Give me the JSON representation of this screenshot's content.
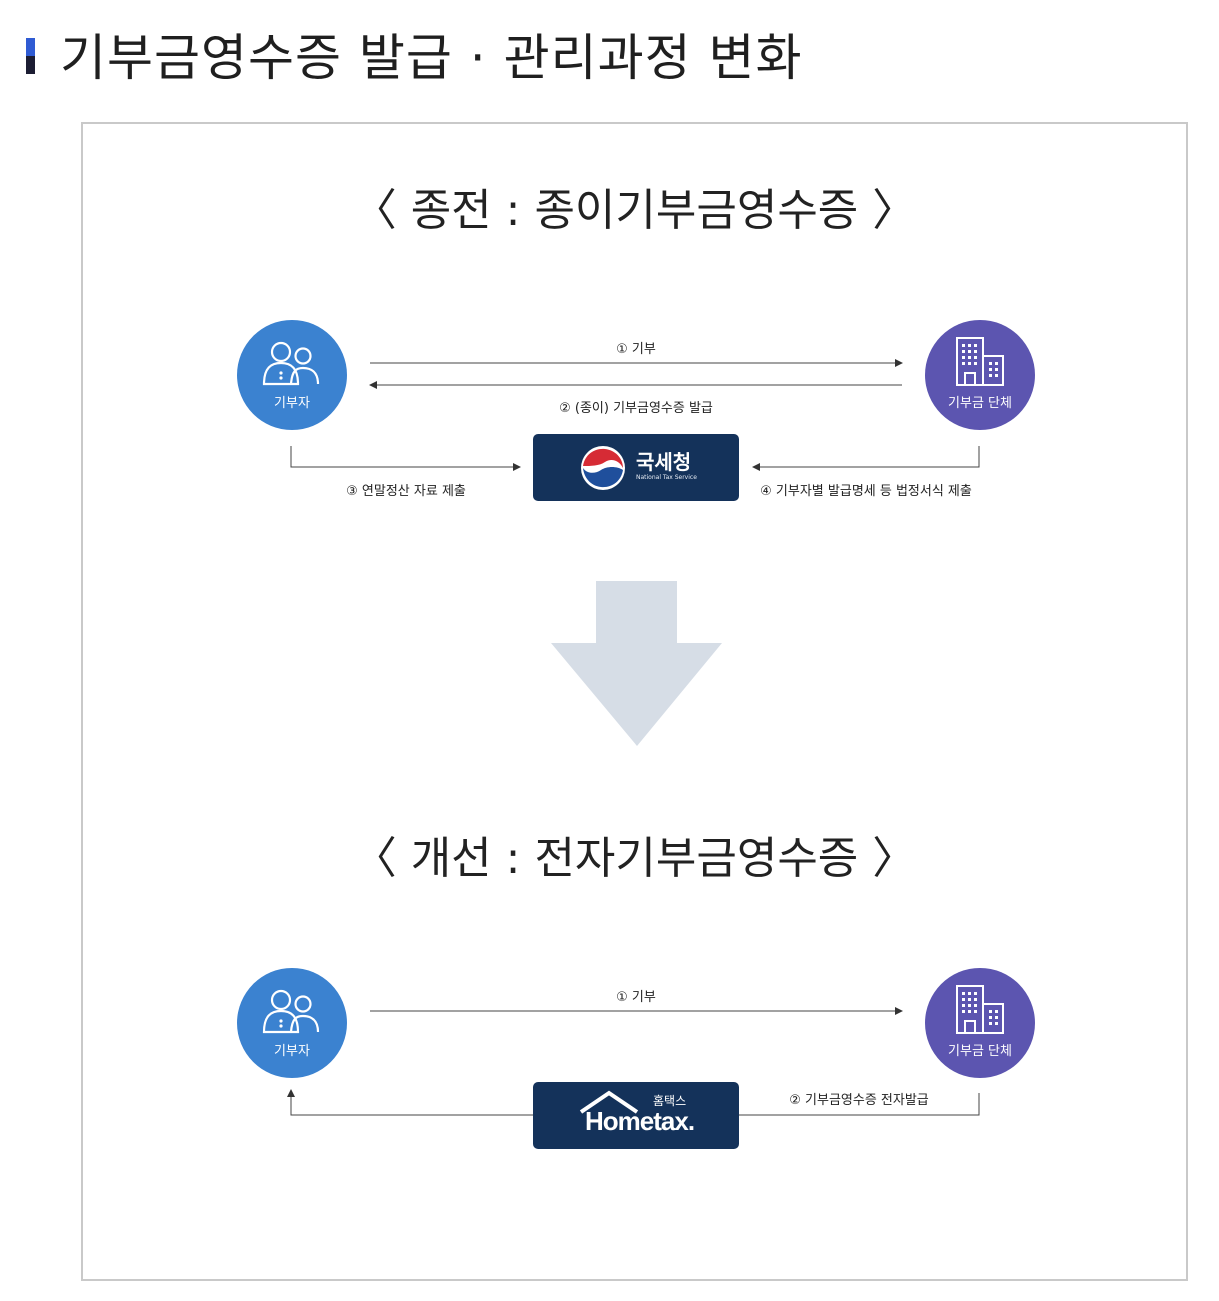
{
  "page": {
    "title": "기부금영수증 발급 · 관리과정 변화"
  },
  "before": {
    "heading": "〈 종전 : 종이기부금영수증 〉",
    "donor_label": "기부자",
    "org_label": "기부금 단체",
    "step1": "① 기부",
    "step2": "② (종이) 기부금영수증 발급",
    "step3": "③ 연말정산 자료 제출",
    "step4": "④ 기부자별 발급명세 등 법정서식 제출",
    "nts": {
      "name": "국세청",
      "english": "National Tax Service"
    }
  },
  "after": {
    "heading": "〈 개선 : 전자기부금영수증 〉",
    "donor_label": "기부자",
    "org_label": "기부금 단체",
    "step1": "① 기부",
    "step2": "② 기부금영수증 전자발급",
    "hometax": {
      "korean": "홈택스",
      "brand": "Hometax."
    }
  },
  "colors": {
    "donor_circle": "#3b82d0",
    "org_circle": "#5c55b0",
    "agency_box": "#14325a",
    "down_arrow": "#d6dde6",
    "title_accent": "#2f5bd3"
  },
  "icons": {
    "donor": "people-icon",
    "org": "building-icon",
    "transition": "down-arrow-icon"
  }
}
